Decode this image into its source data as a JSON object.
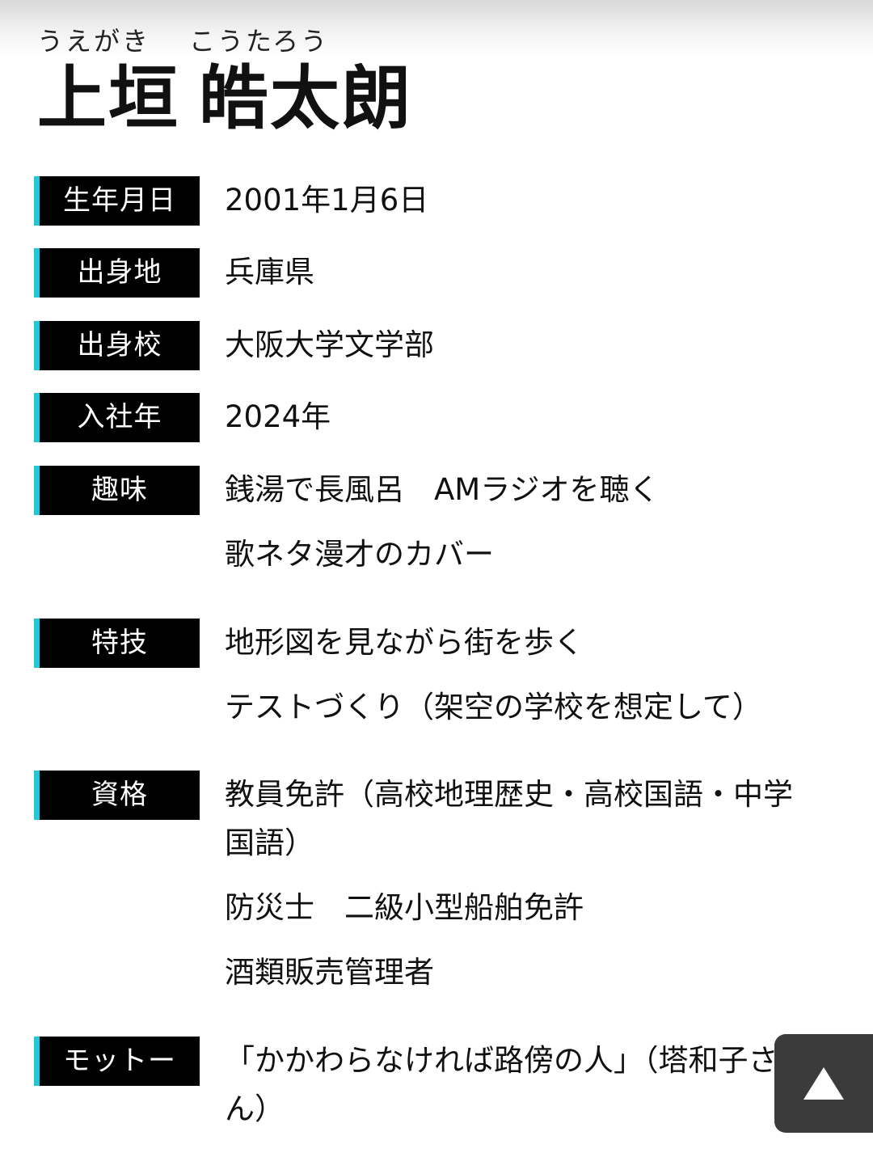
{
  "profile": {
    "furigana_family": "うえがき",
    "furigana_given": "こうたろう",
    "name_family": "上垣",
    "name_given": "皓太朗"
  },
  "rows": [
    {
      "label": "生年月日",
      "values": [
        "2001年1月6日"
      ]
    },
    {
      "label": "出身地",
      "values": [
        "兵庫県"
      ]
    },
    {
      "label": "出身校",
      "values": [
        "大阪大学文学部"
      ]
    },
    {
      "label": "入社年",
      "values": [
        "2024年"
      ]
    },
    {
      "label": "趣味",
      "values": [
        "銭湯で長風呂　AMラジオを聴く",
        "歌ネタ漫才のカバー"
      ]
    },
    {
      "label": "特技",
      "values": [
        "地形図を見ながら街を歩く",
        "テストづくり（架空の学校を想定して）"
      ]
    },
    {
      "label": "資格",
      "values": [
        "教員免許（高校地理歴史・高校国語・中学国語）",
        "防災士　二級小型船舶免許",
        "酒類販売管理者"
      ]
    },
    {
      "label": "モットー",
      "values": [
        "「かかわらなければ路傍の人」（塔和子さん）"
      ]
    }
  ],
  "scroll_top": {
    "icon": "triangle-up-icon"
  },
  "colors": {
    "label_bg": "#000000",
    "label_accent": "#1ec8d8",
    "scroll_button_bg": "#3b3b3b"
  }
}
